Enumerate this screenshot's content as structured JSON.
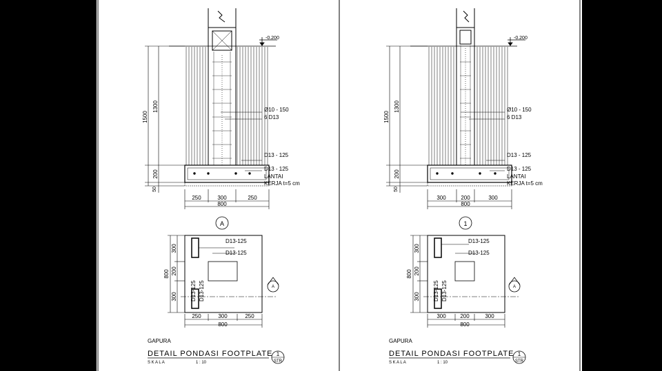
{
  "sheets": [
    {
      "level": "-0.200",
      "section": {
        "dim_total": "1500",
        "dim_column": "1300",
        "dim_footing": "200",
        "dim_lean": "50",
        "rebar_stirrup": "Ø10 - 150",
        "rebar_main": "6 D13",
        "rebar_top": "D13 - 125",
        "rebar_bottom": "D13 - 125",
        "lean_label_1": "LANTAI",
        "lean_label_2": "KERJA t=5 cm",
        "dim_b1": "250",
        "dim_b2": "300",
        "dim_b3": "250",
        "dim_total_w": "800"
      },
      "marker": "A",
      "plan": {
        "rebar_1": "D13-125",
        "rebar_2": "D13-125",
        "rebar_3": "D13-125",
        "rebar_4": "D13-125",
        "dim_v1": "300",
        "dim_v2": "200",
        "dim_v3": "300",
        "dim_v_total": "800",
        "dim_h1": "250",
        "dim_h2": "300",
        "dim_h3": "250",
        "dim_h_total": "800",
        "north_label": "A"
      },
      "title": {
        "project": "GAPURA",
        "name": "DETAIL PONDASI FOOTPLATE",
        "scale_label": "S K A L A",
        "scale_value": "1 : 10",
        "sheet_no": "1",
        "sheet_code": "STR"
      }
    },
    {
      "level": "-0.200",
      "section": {
        "dim_total": "1500",
        "dim_column": "1300",
        "dim_footing": "200",
        "dim_lean": "50",
        "rebar_stirrup": "Ø10 - 150",
        "rebar_main": "6 D13",
        "rebar_top": "D13 - 125",
        "rebar_bottom": "D13 - 125",
        "lean_label_1": "LANTAI",
        "lean_label_2": "KERJA t=5 cm",
        "dim_b1": "300",
        "dim_b2": "200",
        "dim_b3": "300",
        "dim_total_w": "800"
      },
      "marker": "1",
      "plan": {
        "rebar_1": "D13-125",
        "rebar_2": "D13-125",
        "rebar_3": "D13-125",
        "rebar_4": "D13-125",
        "dim_v1": "300",
        "dim_v2": "200",
        "dim_v3": "300",
        "dim_v_total": "800",
        "dim_h1": "300",
        "dim_h2": "200",
        "dim_h3": "300",
        "dim_h_total": "800",
        "north_label": "A"
      },
      "title": {
        "project": "GAPURA",
        "name": "DETAIL PONDASI FOOTPLATE",
        "scale_label": "S K A L A",
        "scale_value": "1 : 10",
        "sheet_no": "1",
        "sheet_code": "STR"
      }
    }
  ]
}
